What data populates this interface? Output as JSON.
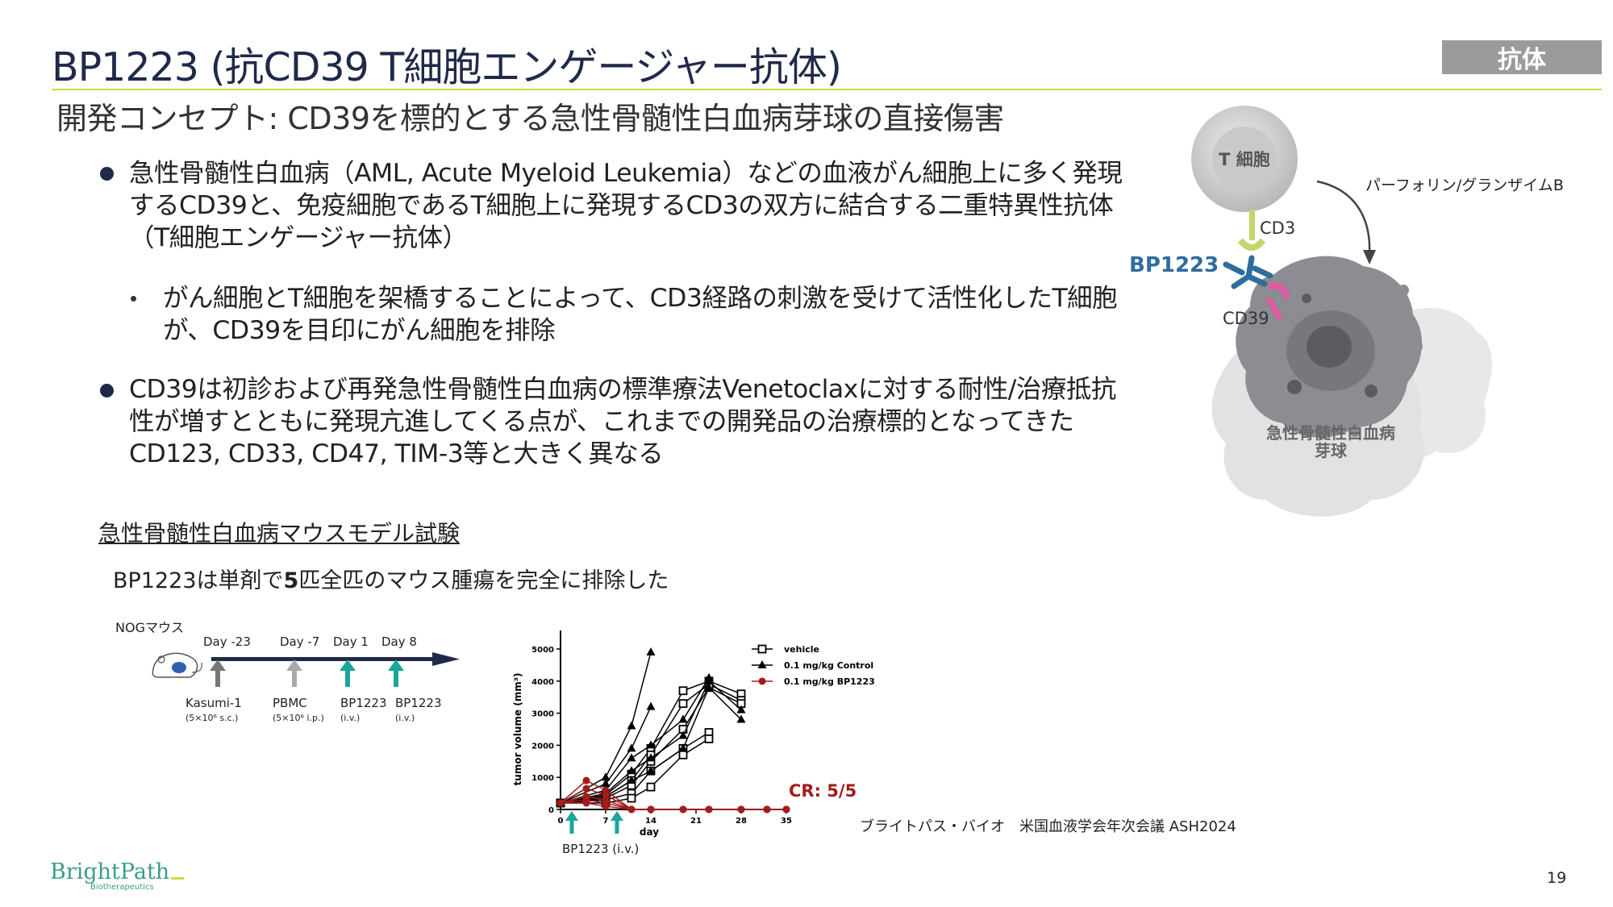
{
  "slide": {
    "title": "BP1223 (抗CD39 T細胞エンゲージャー抗体)",
    "category": "抗体",
    "concept": "開発コンセプト: CD39を標的とする急性骨髄性白血病芽球の直接傷害",
    "page_number": "19"
  },
  "bullets": {
    "b1": "急性骨髄性白血病（AML, Acute Myeloid Leukemia）などの血液がん細胞上に多く発現するCD39と、免疫細胞であるT細胞上に発現するCD3の双方に結合する二重特異性抗体（T細胞エンゲージャー抗体）",
    "sub1": "がん細胞とT細胞を架橋することによって、CD3経路の刺激を受けて活性化したT細胞が、CD39を目印にがん細胞を排除",
    "b2": "CD39は初診および再発急性骨髄性白血病の標準療法Venetoclaxに対する耐性/治療抵抗性が増すとともに発現亢進してくる点が、これまでの開発品の治療標的となってきたCD123, CD33, CD47, TIM-3等と大きく異なる"
  },
  "diagram": {
    "t_cell": "T 細胞",
    "perforin": "パーフォリン/グランザイムB",
    "cd3": "CD3",
    "antibody": "BP1223",
    "cd39": "CD39",
    "blast_line1": "急性骨髄性白血病",
    "blast_line2": "芽球"
  },
  "study": {
    "heading": "急性骨髄性白血病マウスモデル試験",
    "result_pre": "BP1223は単剤で",
    "result_bold": "5",
    "result_post": "匹全匹のマウス腫瘍を完全に排除した"
  },
  "timeline": {
    "mouse_label": "NOGマウス",
    "days": [
      "Day -23",
      "Day -7",
      "Day 1",
      "Day 8"
    ],
    "agents": [
      "Kasumi-1",
      "PBMC",
      "BP1223",
      "BP1223"
    ],
    "doses": [
      "(5×10⁶ s.c.)",
      "(5×10⁶ i.p.)",
      "(i.v.)",
      "(i.v.)"
    ],
    "arrow_colors": [
      "#777777",
      "#aaaaaa",
      "#1aa69a",
      "#1aa69a"
    ]
  },
  "chart_data": {
    "type": "line",
    "xlabel": "day",
    "ylabel": "tumor volume (mm³)",
    "xlim": [
      0,
      35
    ],
    "ylim": [
      0,
      5000
    ],
    "xticks": [
      0,
      7,
      14,
      21,
      28,
      35
    ],
    "yticks": [
      0,
      1000,
      2000,
      3000,
      4000,
      5000
    ],
    "dosing_label": "BP1223 (i.v.)",
    "dosing_days": [
      1,
      8
    ],
    "annotation": "CR: 5/5",
    "annotation_color": "#a31c1c",
    "legend": [
      {
        "name": "vehicle",
        "marker": "square",
        "color": "#000000"
      },
      {
        "name": "0.1 mg/kg Control",
        "marker": "triangle",
        "color": "#000000"
      },
      {
        "name": "0.1 mg/kg BP1223",
        "marker": "circle",
        "color": "#a31c1c"
      }
    ],
    "groups": [
      {
        "name": "vehicle",
        "marker": "square",
        "color": "#000000",
        "curves": [
          {
            "x": [
              0,
              7,
              11,
              14,
              19,
              23,
              28
            ],
            "y": [
              200,
              450,
              1100,
              1900,
              3700,
              4000,
              3600
            ]
          },
          {
            "x": [
              0,
              7,
              11,
              14,
              19,
              23,
              28
            ],
            "y": [
              200,
              400,
              900,
              1700,
              3300,
              3900,
              3400
            ]
          },
          {
            "x": [
              0,
              7,
              11,
              14,
              19,
              23,
              28
            ],
            "y": [
              200,
              350,
              750,
              1500,
              2500,
              3800,
              3300
            ]
          },
          {
            "x": [
              0,
              7,
              11,
              14,
              19,
              23
            ],
            "y": [
              200,
              300,
              500,
              1200,
              1900,
              2400
            ]
          },
          {
            "x": [
              0,
              7,
              11,
              14,
              19,
              23
            ],
            "y": [
              200,
              200,
              350,
              700,
              1700,
              2200
            ]
          }
        ]
      },
      {
        "name": "0.1 mg/kg Control",
        "marker": "triangle",
        "color": "#000000",
        "curves": [
          {
            "x": [
              0,
              7,
              11,
              14
            ],
            "y": [
              200,
              1000,
              2600,
              4900
            ]
          },
          {
            "x": [
              0,
              7,
              11,
              14
            ],
            "y": [
              200,
              800,
              1900,
              3200
            ]
          },
          {
            "x": [
              0,
              7,
              11,
              14,
              19,
              23
            ],
            "y": [
              200,
              600,
              1600,
              2000,
              2800,
              4100
            ]
          },
          {
            "x": [
              0,
              7,
              11,
              14,
              19,
              23,
              28
            ],
            "y": [
              200,
              500,
              1200,
              1600,
              2300,
              4000,
              3100
            ]
          },
          {
            "x": [
              0,
              7,
              11,
              14,
              19,
              23,
              28
            ],
            "y": [
              200,
              400,
              900,
              1200,
              1900,
              3800,
              2800
            ]
          }
        ]
      },
      {
        "name": "0.1 mg/kg BP1223",
        "marker": "circle",
        "color": "#a31c1c",
        "curves": [
          {
            "x": [
              0,
              4,
              7,
              11,
              14,
              19,
              23,
              28,
              32,
              35
            ],
            "y": [
              200,
              900,
              600,
              0,
              0,
              0,
              0,
              0,
              0,
              0
            ]
          },
          {
            "x": [
              0,
              4,
              7,
              11,
              14,
              19,
              23,
              28,
              32,
              35
            ],
            "y": [
              200,
              650,
              450,
              0,
              0,
              0,
              0,
              0,
              0,
              0
            ]
          },
          {
            "x": [
              0,
              4,
              7,
              11,
              14,
              19,
              23,
              28,
              32,
              35
            ],
            "y": [
              200,
              400,
              300,
              0,
              0,
              0,
              0,
              0,
              0,
              0
            ]
          },
          {
            "x": [
              0,
              4,
              7,
              11,
              14,
              19,
              23,
              28,
              32,
              35
            ],
            "y": [
              200,
              300,
              200,
              0,
              0,
              0,
              0,
              0,
              0,
              0
            ]
          },
          {
            "x": [
              0,
              4,
              7,
              11,
              14,
              19,
              23,
              28,
              32,
              35
            ],
            "y": [
              200,
              200,
              100,
              0,
              0,
              0,
              0,
              0,
              0,
              0
            ]
          }
        ]
      }
    ]
  },
  "citation": "ブライトパス・バイオ　米国血液学会年次会議 ASH2024",
  "logo": {
    "main": "BrightPath",
    "sub": "Biotherapeutics"
  }
}
